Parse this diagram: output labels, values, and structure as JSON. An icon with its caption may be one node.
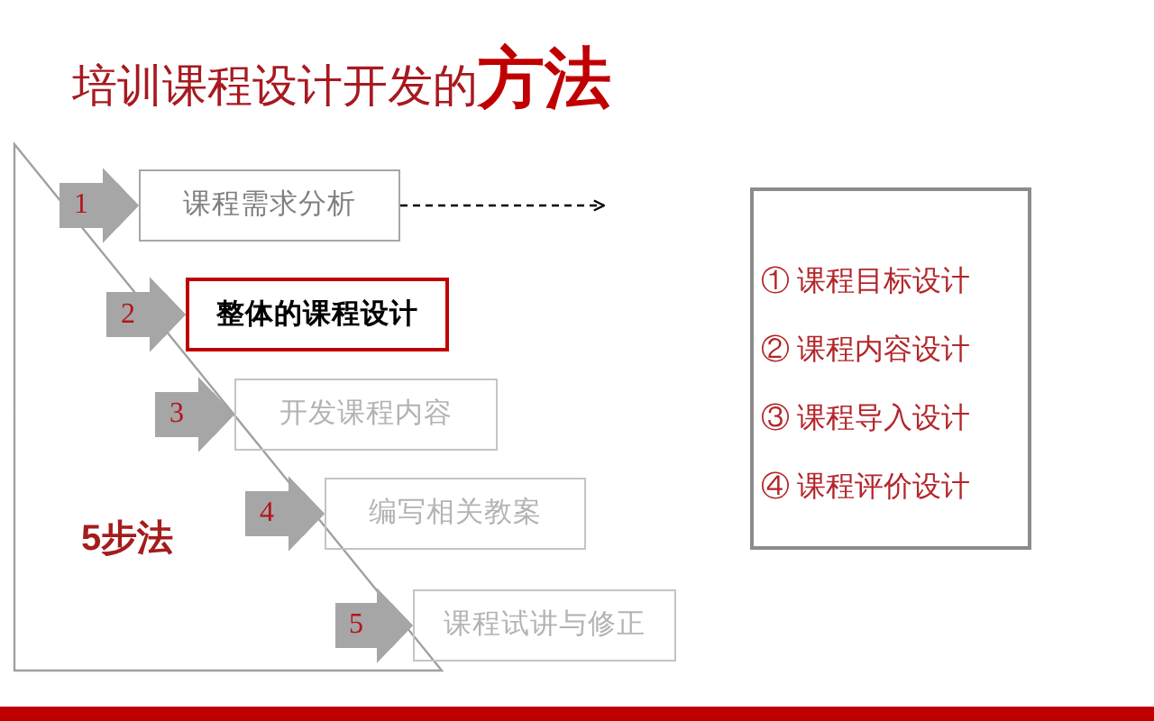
{
  "diagram": {
    "title": "培训课程设计开发的**方法**",
    "nodes": [
      {
        "text": [
          "课程需求分析"
        ]
      },
      {
        "text": [
          "整体的课程设计"
        ]
      },
      {
        "text": [
          "开发课程内容"
        ]
      },
      {
        "text": [
          "编写相关教案"
        ]
      },
      {
        "text": [
          "课程试讲与修正"
        ]
      },
      {
        "text": [
          "① 课程目标设计",
          "② 课程内容设计",
          "③ 课程导入设计",
          "④ 课程评价设计"
        ]
      }
    ],
    "edges": [
      {
        "from": null,
        "to": 0,
        "arrow": "to",
        "label": "1"
      },
      {
        "from": 0,
        "to": null,
        "arrow": "to",
        "style": "dashed",
        "color": "#000000"
      },
      {
        "from": null,
        "to": 1,
        "arrow": "to",
        "label": "2"
      },
      {
        "from": null,
        "to": 2,
        "arrow": "to",
        "label": "3"
      },
      {
        "from": null,
        "to": 3,
        "arrow": "to",
        "label": "4"
      },
      {
        "from": null,
        "to": 4,
        "arrow": "to",
        "label": "5"
      }
    ],
    "labels": [
      "5步法"
    ]
  }
}
